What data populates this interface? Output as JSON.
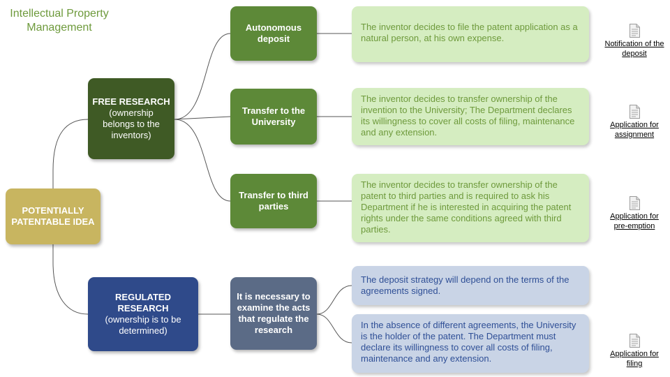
{
  "title": "Intellectual Property Management",
  "root": {
    "label": "POTENTIALLY PATENTABLE IDEA"
  },
  "free_research": {
    "heading": "FREE RESEARCH",
    "note": "(ownership belongs to the inventors)"
  },
  "regulated_research": {
    "heading": "REGULATED RESEARCH",
    "note": "(ownership is to be determined)"
  },
  "options": {
    "autonomous": "Autonomous deposit",
    "university": "Transfer to the University",
    "third": "Transfer to third parties",
    "examine": "It is necessary to examine the acts that regulate the research"
  },
  "descriptions": {
    "autonomous": "The inventor decides to file the patent application as a natural person, at his own expense.",
    "university": "The inventor decides to transfer ownership of the invention to the University; The Department declares its willingness to cover all costs of filing, maintenance and any extension.",
    "third": "The inventor decides to transfer ownership of the patent to third parties and is required to ask his Department if he is interested in acquiring the patent rights under the same conditions agreed with third parties.",
    "strategy": "The deposit strategy will depend on the terms of the agreements signed.",
    "absence": "In the absence of different agreements, the University is the holder of the patent. The Department must declare its willingness to cover all costs of filing, maintenance and any extension."
  },
  "documents": [
    {
      "label": "Notification of the deposit",
      "icon": "document-icon"
    },
    {
      "label": "Application for assignment",
      "icon": "document-icon"
    },
    {
      "label": "Application for pre-emption",
      "icon": "document-icon"
    },
    {
      "label": "Application for filing",
      "icon": "document-icon"
    }
  ],
  "colors": {
    "title": "#6e9a3c",
    "root": "#c8b560",
    "free": "#3f5a25",
    "option_green": "#5d8938",
    "regulated": "#2f4a8a",
    "examine": "#5b6b86",
    "desc_green_bg": "#d5edc1",
    "desc_blue_bg": "#c9d4e6",
    "connector": "#555555"
  }
}
